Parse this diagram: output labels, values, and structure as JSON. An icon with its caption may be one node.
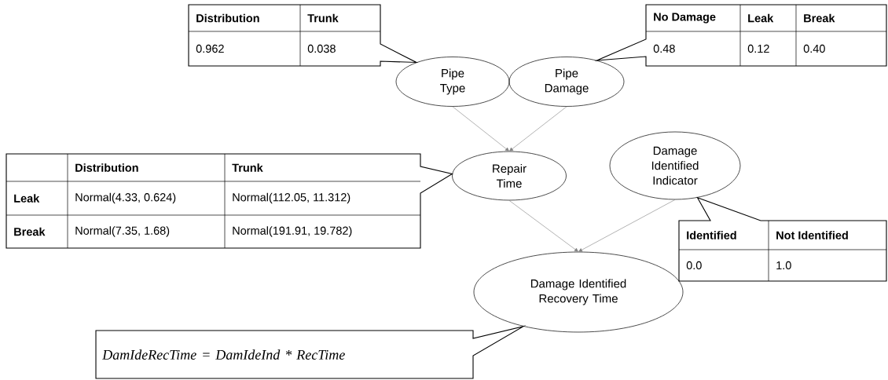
{
  "diagram": {
    "nodes": [
      {
        "text": [
          "Pipe Type"
        ]
      },
      {
        "text": [
          "Pipe Damage"
        ]
      },
      {
        "text": [
          "Repair Time"
        ]
      },
      {
        "text": [
          "Damage Identified Indicator"
        ]
      },
      {
        "text": [
          "Damage Identified Recovery Time"
        ]
      },
      {
        "text": [
          "Distribution",
          "Trunk",
          "0.962",
          "0.038"
        ]
      },
      {
        "text": [
          "No Damage",
          "Leak",
          "Break",
          "0.48",
          "0.12",
          "0.40"
        ]
      },
      {
        "text": [
          "Distribution",
          "Trunk",
          "Leak",
          "Normal(4.33, 0.624)",
          "Normal(112.05, 11.312)",
          "Break",
          "Normal(7.35, 1.68)",
          "Normal(191.91, 19.782)"
        ]
      },
      {
        "text": [
          "Identified",
          "Not Identified",
          "0.0",
          "1.0"
        ]
      },
      {
        "text": [
          "DamIdeRecTime = DamIdeInd * RecTime"
        ]
      }
    ],
    "edges": [
      {
        "from": 0,
        "to": 2,
        "arrow": "to"
      },
      {
        "from": 1,
        "to": 2,
        "arrow": "to"
      },
      {
        "from": 2,
        "to": 4,
        "arrow": "to"
      },
      {
        "from": 3,
        "to": 4,
        "arrow": "to"
      }
    ]
  }
}
